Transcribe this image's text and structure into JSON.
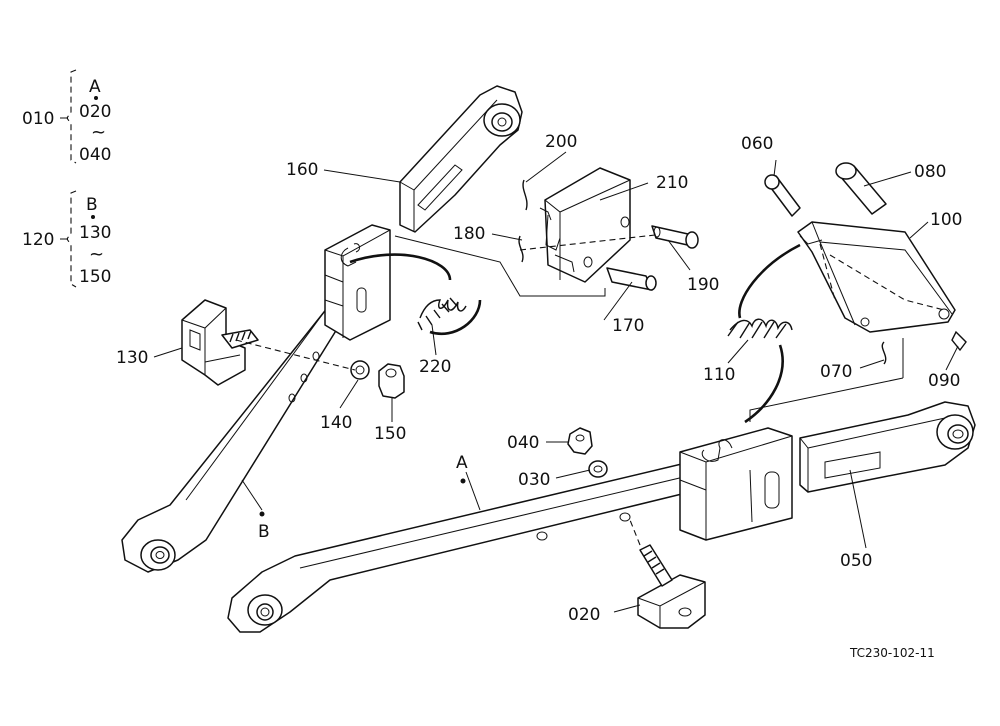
{
  "legend": {
    "group_a": {
      "parent": "010",
      "marker": "A",
      "first": "020",
      "tilde": "~",
      "last": "040"
    },
    "group_b": {
      "parent": "120",
      "marker": "B",
      "first": "130",
      "tilde": "~",
      "last": "150"
    }
  },
  "callouts": {
    "p020": "020",
    "p030": "030",
    "p040": "040",
    "p050": "050",
    "p060": "060",
    "p070": "070",
    "p080": "080",
    "p090": "090",
    "p100": "100",
    "p110": "110",
    "p130": "130",
    "p140": "140",
    "p150": "150",
    "p160": "160",
    "p170": "170",
    "p180": "180",
    "p190": "190",
    "p200": "200",
    "p210": "210",
    "p220": "220",
    "assembly_a": "A",
    "assembly_b": "B"
  },
  "drawing_ref": "TC230-102-11"
}
